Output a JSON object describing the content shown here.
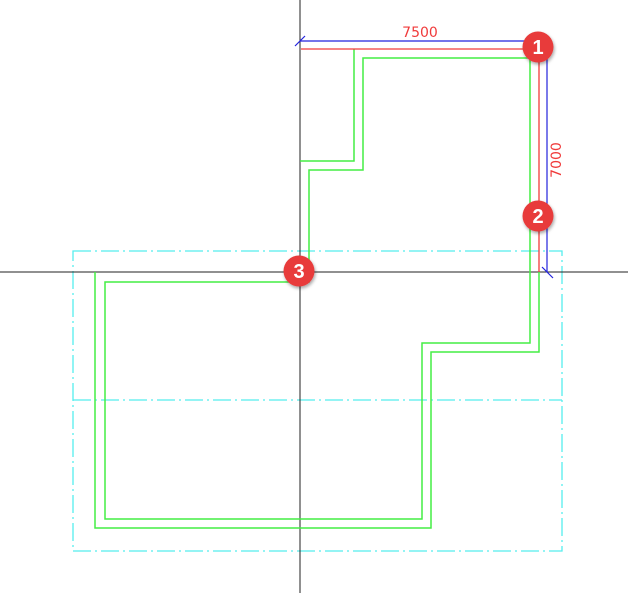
{
  "drawing": {
    "dimension_horizontal": "7500",
    "dimension_vertical": "7000",
    "markers": [
      "1",
      "2",
      "3"
    ]
  },
  "colors": {
    "axis": "#000000",
    "wall": "#33ee33",
    "reference": "#f03a3a",
    "dimension": "#2222dd",
    "boundary": "#22eeee",
    "marker": "#e83a3a"
  }
}
